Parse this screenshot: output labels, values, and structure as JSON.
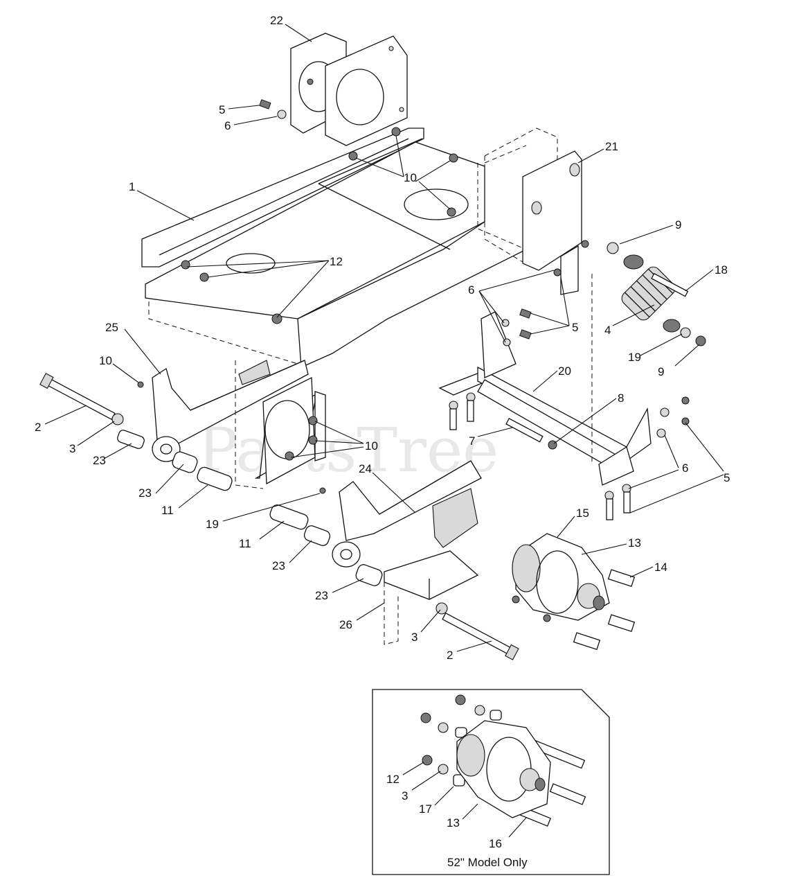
{
  "watermark": "PartsTree",
  "inset_caption": "52\" Model Only",
  "callouts": [
    "22",
    "5",
    "6",
    "10",
    "21",
    "1",
    "9",
    "12",
    "18",
    "6",
    "5",
    "4",
    "25",
    "19",
    "9",
    "10",
    "20",
    "8",
    "2",
    "3",
    "10",
    "7",
    "23",
    "6",
    "23",
    "24",
    "5",
    "11",
    "15",
    "19",
    "13",
    "11",
    "14",
    "23",
    "23",
    "26",
    "3",
    "2",
    "12",
    "3",
    "17",
    "13",
    "16"
  ]
}
